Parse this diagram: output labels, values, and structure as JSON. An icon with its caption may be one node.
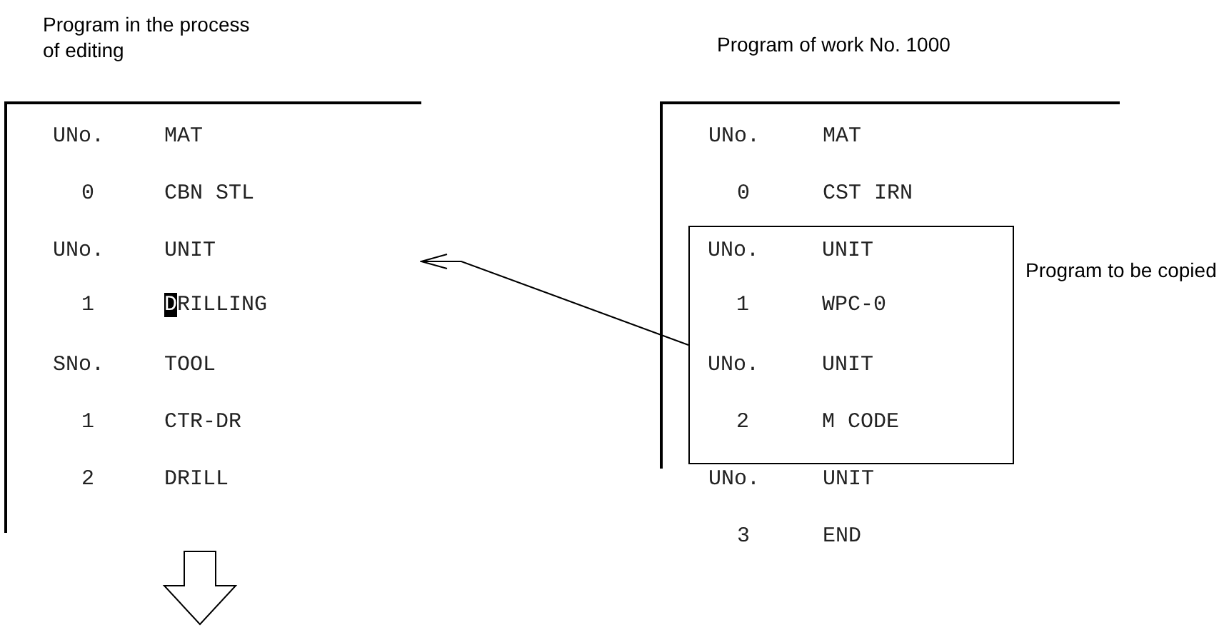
{
  "diagram": {
    "nodes": [
      {
        "text": [
          "Program in the process of editing",
          "UNo.",
          "MAT",
          "0",
          "CBN STL",
          "UNo.",
          "UNIT",
          "1",
          "DRILLING",
          "SNo.",
          "TOOL",
          "1",
          "CTR-DR",
          "2",
          "DRILL"
        ]
      },
      {
        "text": [
          "Program of work No. 1000",
          "UNo.",
          "MAT",
          "0",
          "CST IRN",
          "UNo.",
          "UNIT",
          "3",
          "END"
        ]
      },
      {
        "text": [
          "UNo.",
          "UNIT",
          "1",
          "WPC-0",
          "UNo.",
          "UNIT",
          "2",
          "M CODE"
        ],
        "beside": [
          "Program to be copied"
        ],
        "in": 1
      }
    ],
    "edges": [
      {
        "from": 2,
        "to": 0,
        "arrow": "to"
      }
    ]
  }
}
